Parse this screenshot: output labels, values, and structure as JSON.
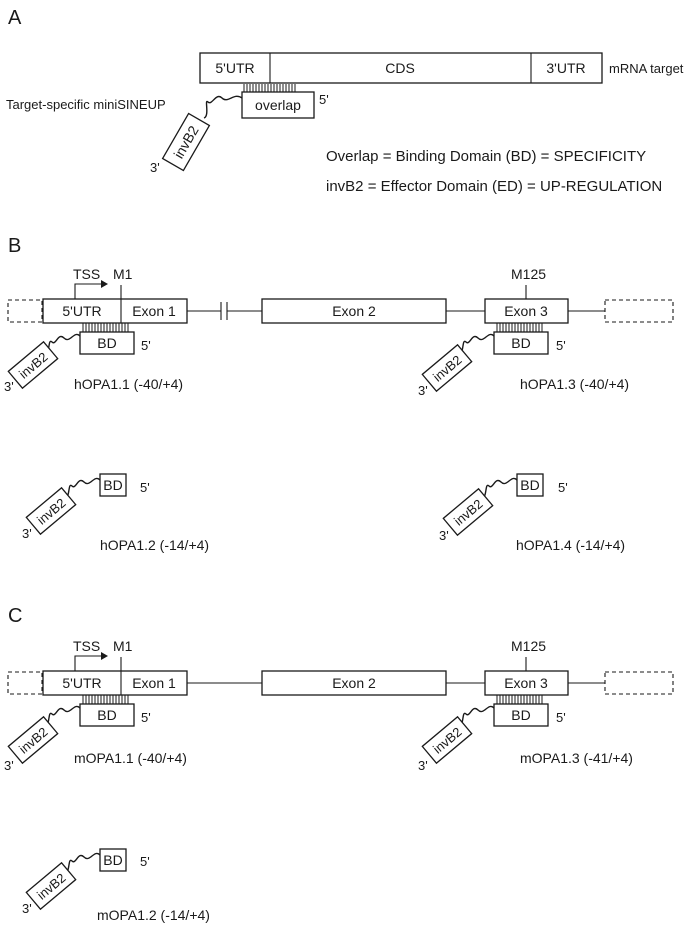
{
  "panelA": {
    "letter": "A",
    "mrna": {
      "utr5": "5'UTR",
      "cds": "CDS",
      "utr3": "3'UTR",
      "label": "mRNA target"
    },
    "construct": "Target-specific miniSINEUP",
    "overlap": "overlap",
    "five_prime": "5'",
    "three_prime": "3'",
    "invb2": "invB2",
    "eq1": "Overlap = Binding Domain (BD) = SPECIFICITY",
    "eq2": "invB2 = Effector Domain (ED) = UP-REGULATION"
  },
  "panelB": {
    "letter": "B",
    "tss": "TSS",
    "m1": "M1",
    "m125": "M125",
    "utr5": "5'UTR",
    "exon1": "Exon 1",
    "exon2": "Exon 2",
    "exon3": "Exon 3",
    "bd": "BD",
    "five_prime": "5'",
    "three_prime": "3'",
    "invb2": "invB2",
    "c1": "hOPA1.1 (-40/+4)",
    "c2": "hOPA1.2 (-14/+4)",
    "c3": "hOPA1.3 (-40/+4)",
    "c4": "hOPA1.4 (-14/+4)"
  },
  "panelC": {
    "letter": "C",
    "tss": "TSS",
    "m1": "M1",
    "m125": "M125",
    "utr5": "5'UTR",
    "exon1": "Exon 1",
    "exon2": "Exon 2",
    "exon3": "Exon 3",
    "bd": "BD",
    "five_prime": "5'",
    "three_prime": "3'",
    "invb2": "invB2",
    "c1": "mOPA1.1 (-40/+4)",
    "c2": "mOPA1.2 (-14/+4)",
    "c3": "mOPA1.3 (-41/+4)"
  }
}
